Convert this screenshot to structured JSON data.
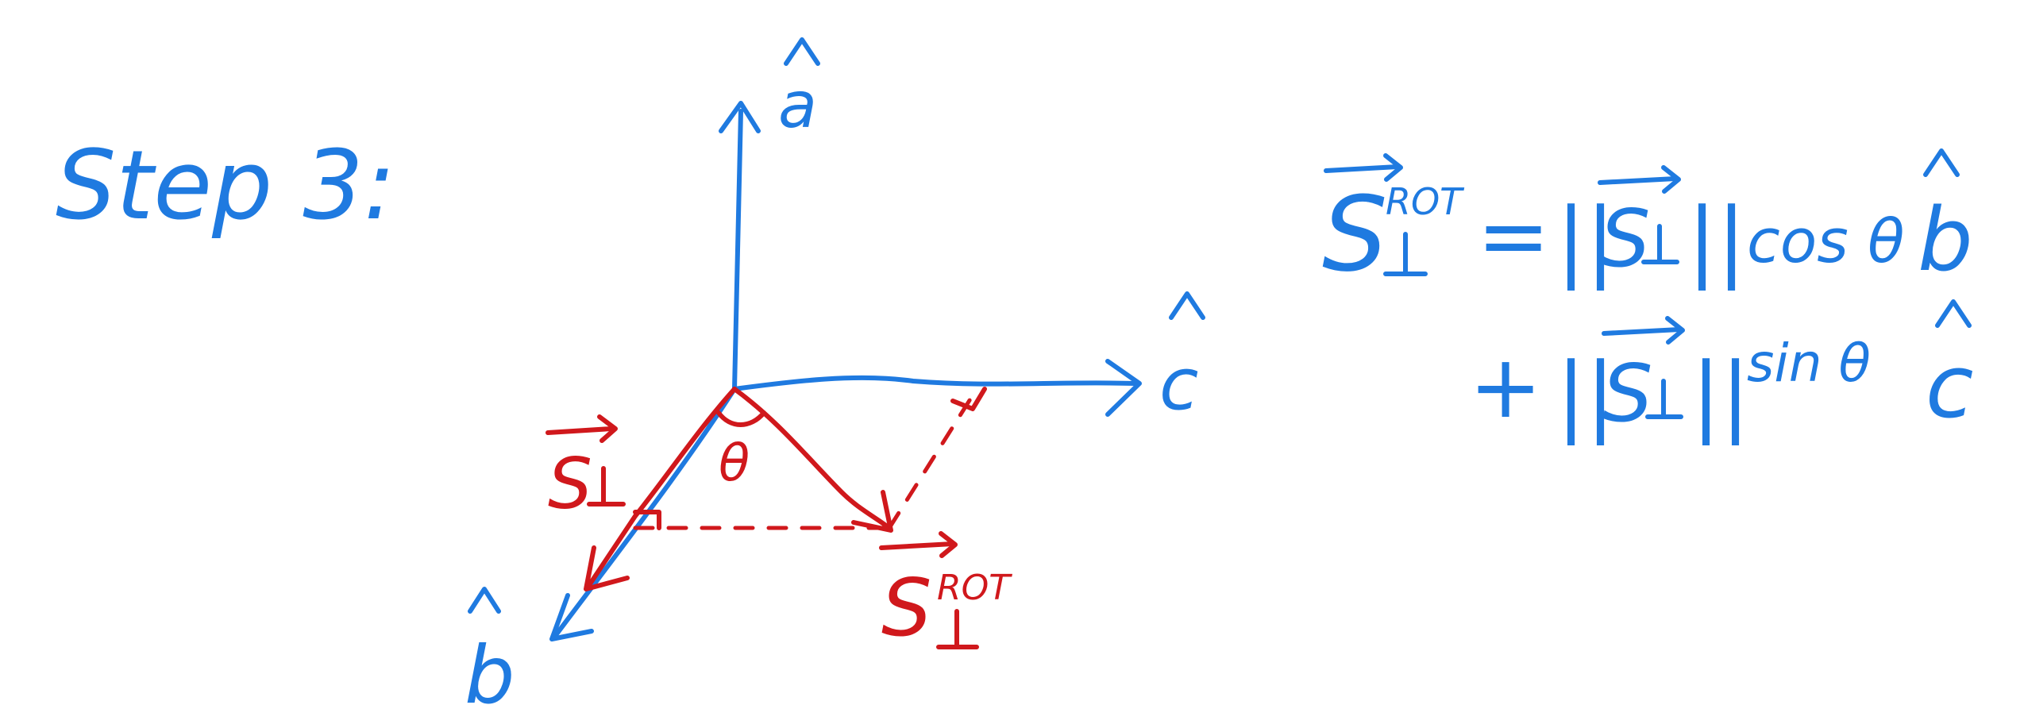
{
  "heading": "Step 3:",
  "axes": {
    "a": "a",
    "b": "b",
    "c": "c"
  },
  "labels": {
    "s_perp": "S",
    "s_rot": "S",
    "rot_superscript": "ROT",
    "theta": "θ"
  },
  "equation": {
    "line1": {
      "lhs": "S",
      "lhs_sup": "ROT",
      "equals": "=",
      "norm_open": "||",
      "vec": "S",
      "norm_close": "||",
      "trig": "cos θ",
      "unit": "b"
    },
    "line2": {
      "plus": "+",
      "norm_open": "||",
      "vec": "S",
      "norm_close": "||",
      "trig": "sin θ",
      "unit": "c"
    }
  },
  "colors": {
    "blue": "#1f7ae0",
    "red": "#d0181c"
  }
}
